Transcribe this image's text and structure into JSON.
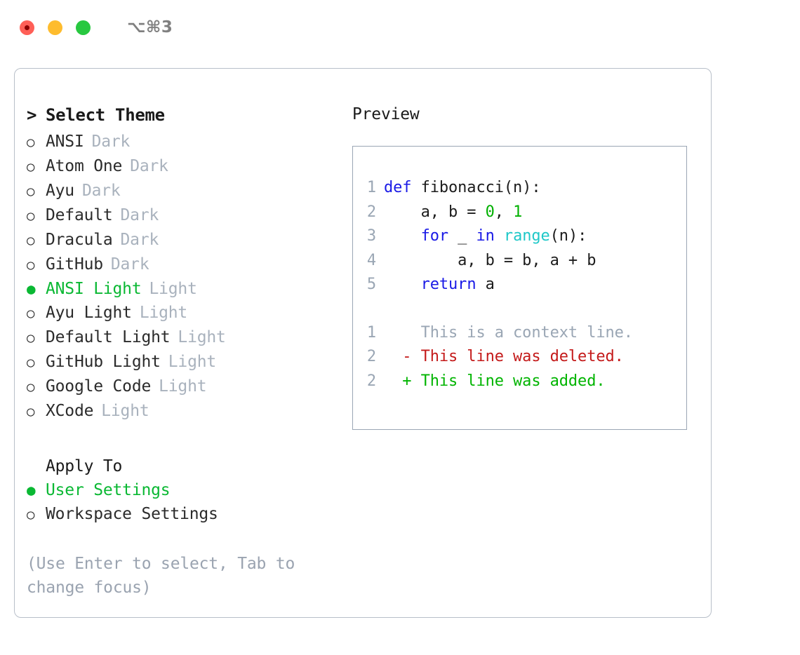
{
  "window": {
    "shortcut": "⌥⌘3",
    "traffic_lights": [
      "close-red",
      "minimize-yellow",
      "maximize-green"
    ]
  },
  "theme_picker": {
    "caret": ">",
    "heading": "Select Theme",
    "marker_selected": "●",
    "marker_unselected": "○",
    "accent_color": "#0ab833",
    "options": [
      {
        "label": "ANSI",
        "suffix": "Dark",
        "selected": false
      },
      {
        "label": "Atom One",
        "suffix": "Dark",
        "selected": false
      },
      {
        "label": "Ayu",
        "suffix": "Dark",
        "selected": false
      },
      {
        "label": "Default",
        "suffix": "Dark",
        "selected": false
      },
      {
        "label": "Dracula",
        "suffix": "Dark",
        "selected": false
      },
      {
        "label": "GitHub",
        "suffix": "Dark",
        "selected": false
      },
      {
        "label": "ANSI Light",
        "suffix": "Light",
        "selected": true
      },
      {
        "label": "Ayu Light",
        "suffix": "Light",
        "selected": false
      },
      {
        "label": "Default Light",
        "suffix": "Light",
        "selected": false
      },
      {
        "label": "GitHub Light",
        "suffix": "Light",
        "selected": false
      },
      {
        "label": "Google Code",
        "suffix": "Light",
        "selected": false
      },
      {
        "label": "XCode",
        "suffix": "Light",
        "selected": false
      }
    ]
  },
  "apply_to": {
    "heading": "Apply To",
    "options": [
      {
        "label": "User Settings",
        "selected": true
      },
      {
        "label": "Workspace Settings",
        "selected": false
      }
    ]
  },
  "hint": "(Use Enter to select, Tab to change focus)",
  "preview": {
    "title": "Preview",
    "code": [
      {
        "n": "1",
        "tokens": [
          {
            "t": "def",
            "c": "kw"
          },
          {
            "t": " fibonacci(n):",
            "c": "plain"
          }
        ]
      },
      {
        "n": "2",
        "tokens": [
          {
            "t": "    a, b = ",
            "c": "plain"
          },
          {
            "t": "0",
            "c": "num"
          },
          {
            "t": ", ",
            "c": "plain"
          },
          {
            "t": "1",
            "c": "num"
          }
        ]
      },
      {
        "n": "3",
        "tokens": [
          {
            "t": "    ",
            "c": "plain"
          },
          {
            "t": "for",
            "c": "kw"
          },
          {
            "t": " _ ",
            "c": "plain"
          },
          {
            "t": "in",
            "c": "kw"
          },
          {
            "t": " ",
            "c": "plain"
          },
          {
            "t": "range",
            "c": "fn"
          },
          {
            "t": "(n):",
            "c": "plain"
          }
        ]
      },
      {
        "n": "4",
        "tokens": [
          {
            "t": "        a, b = b, a + b",
            "c": "plain"
          }
        ]
      },
      {
        "n": "5",
        "tokens": [
          {
            "t": "    ",
            "c": "plain"
          },
          {
            "t": "return",
            "c": "kw"
          },
          {
            "t": " a",
            "c": "plain"
          }
        ]
      }
    ],
    "diff": [
      {
        "n": "1",
        "sign": " ",
        "text": "This is a context line.",
        "kind": "ctx"
      },
      {
        "n": "2",
        "sign": "-",
        "text": "This line was deleted.",
        "kind": "del"
      },
      {
        "n": "2",
        "sign": "+",
        "text": "This line was added.",
        "kind": "add"
      }
    ]
  }
}
